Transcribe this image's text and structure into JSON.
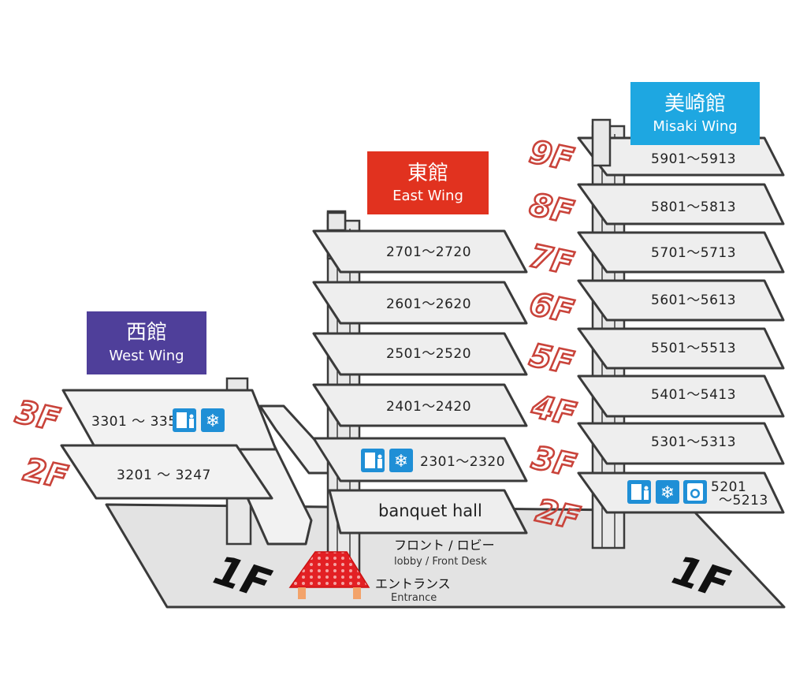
{
  "wings": {
    "west": {
      "jp": "西館",
      "en": "West Wing",
      "color": "#4f3f9a"
    },
    "east": {
      "jp": "東館",
      "en": "East Wing",
      "color": "#e1321f"
    },
    "misaki": {
      "jp": "美崎館",
      "en": "Misaki Wing",
      "color": "#1ea7e1"
    }
  },
  "floor_labels": {
    "west": [
      "3F",
      "2F"
    ],
    "misaki": [
      "9F",
      "8F",
      "7F",
      "6F",
      "5F",
      "4F",
      "3F",
      "2F"
    ],
    "ground_left": "1F",
    "ground_right": "1F"
  },
  "rooms": {
    "west": [
      "3301 ～ 3351",
      "3201 ～ 3247"
    ],
    "east": [
      "2701～2720",
      "2601～2620",
      "2501～2520",
      "2401～2420",
      "2301～2320",
      "banquet hall"
    ],
    "misaki": [
      "5901～5913",
      "5801～5813",
      "5701～5713",
      "5601～5613",
      "5501～5513",
      "5401～5413",
      "5301～5313"
    ],
    "misaki_2f_line1": "5201",
    "misaki_2f_line2": "～5213"
  },
  "lobby": {
    "jp": "フロント / ロビー",
    "en": "lobby / Front Desk"
  },
  "entrance": {
    "jp": "エントランス",
    "en": "Entrance"
  },
  "facility_icons": {
    "west_3f": [
      "vending-machine-icon",
      "ice-machine-icon"
    ],
    "east_3f": [
      "vending-machine-icon",
      "ice-machine-icon"
    ],
    "misaki_2f": [
      "vending-machine-icon",
      "ice-machine-icon",
      "laundry-icon"
    ]
  },
  "colors": {
    "floor_label": "#c9433a",
    "icon_tile": "#1f8fd6",
    "roof": "#e32024",
    "ground": "#e3e3e3"
  }
}
